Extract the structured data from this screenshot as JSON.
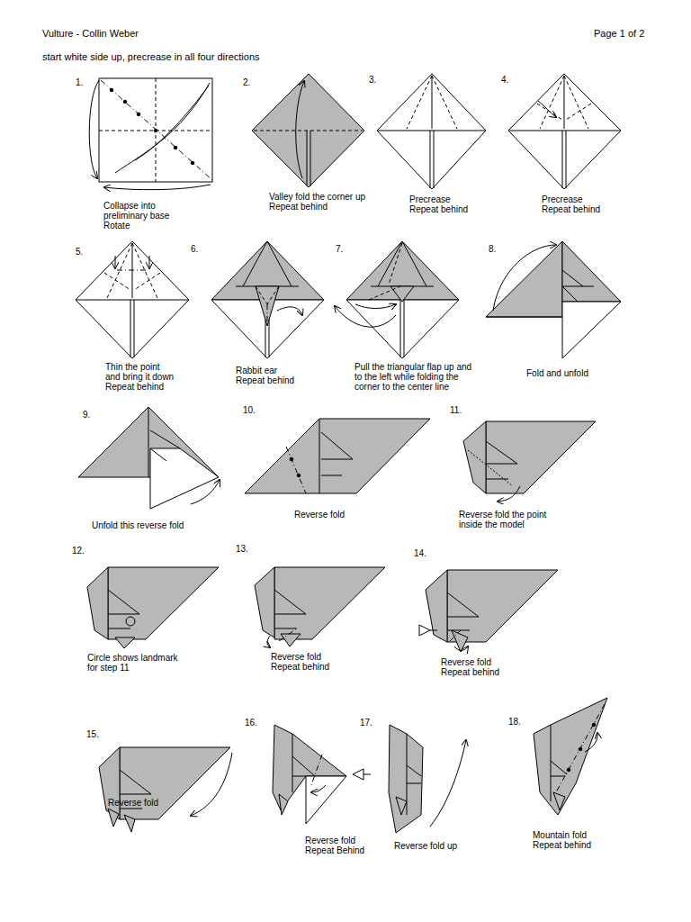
{
  "diagram": {
    "title": "Vulture - Collin Weber",
    "labels": [
      "Page 1 of 2",
      "start white side up, precrease in all four directions",
      "1.",
      "Collapse into preliminary base Rotate",
      "2.",
      "Valley fold the corner up Repeat behind",
      "3.",
      "Precrease Repeat behind",
      "4.",
      "Precrease Repeat behind",
      "5.",
      "Thin the point and bring it down Repeat behind",
      "6.",
      "Rabbit ear Repeat behind",
      "7.",
      "Pull the triangular flap up and to the left while folding the corner to the center line",
      "8.",
      "Fold and unfold",
      "9.",
      "Unfold this reverse fold",
      "10.",
      "Reverse fold",
      "11.",
      "Reverse fold the point inside the model",
      "12.",
      "Circle shows landmark for step 11",
      "13.",
      "Reverse fold Repeat behind",
      "14.",
      "Reverse fold Repeat behind",
      "15.",
      "Reverse fold",
      "16.",
      "Reverse fold Repeat Behind",
      "17.",
      "Reverse fold up",
      "18.",
      "Mountain fold Repeat behind"
    ]
  }
}
